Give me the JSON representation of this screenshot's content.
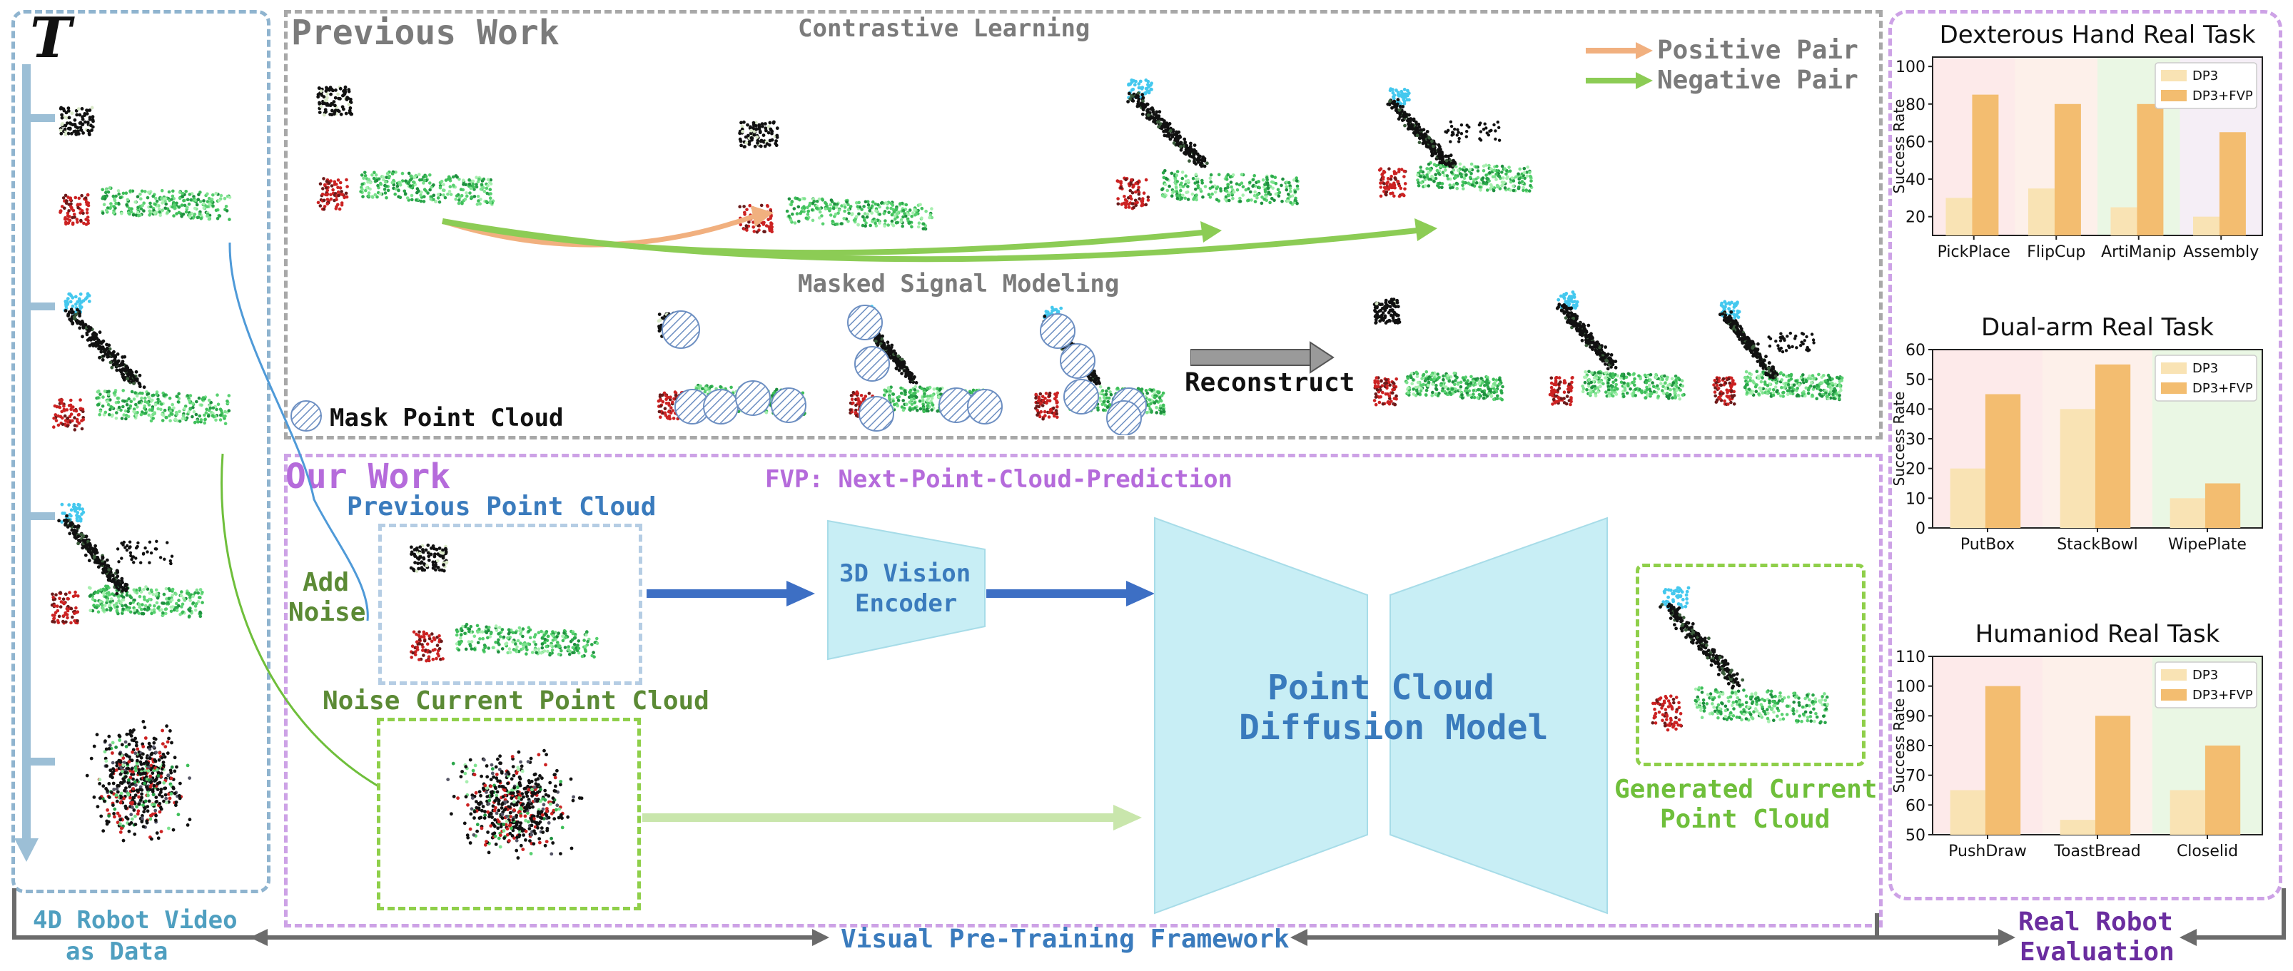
{
  "colors": {
    "gray_dash": "#a8a8a8",
    "blue_dash": "#8fb4cf",
    "purple_dash": "#cda2e6",
    "green_dash": "#8fcf4a",
    "timeline": "#9cbfd6",
    "title_gray": "#7b7b7b",
    "title_purple": "#b56bdb",
    "text_blue": "#3a7bbd",
    "text_green": "#5b8a35",
    "text_purple": "#6a2d9f",
    "bar_dp3": "#f9e3b4",
    "bar_fvp": "#f3bd70",
    "arrow_orange": "#f1b07f",
    "arrow_green": "#8ccc55",
    "arrow_blue": "#3d6fc4",
    "cyan_shape": "#c8eef5"
  },
  "labels": {
    "time_axis": "T",
    "previous_work": "Previous Work",
    "contrastive_learning": "Contrastive Learning",
    "positive_pair": "Positive Pair",
    "negative_pair": "Negative Pair",
    "masked_signal_modeling": "Masked Signal Modeling",
    "mask_point_cloud": "Mask Point Cloud",
    "reconstruct": "Reconstruct",
    "our_work": "Our Work",
    "fvp_subtitle": "FVP: Next-Point-Cloud-Prediction",
    "previous_point_cloud": "Previous Point Cloud",
    "add_noise_line1": "Add",
    "add_noise_line2": "Noise",
    "noise_current_point_cloud": "Noise Current Point Cloud",
    "vision_encoder_line1": "3D Vision",
    "vision_encoder_line2": "Encoder",
    "diffusion_line1": "Point Cloud",
    "diffusion_line2": "Diffusion Model",
    "generated_line1": "Generated Current",
    "generated_line2": "Point Cloud",
    "data_line1": "4D Robot Video",
    "data_line2": "as Data",
    "framework": "Visual Pre-Training Framework",
    "eval_line1": "Real Robot",
    "eval_line2": "Evaluation"
  },
  "chart_data": [
    {
      "type": "bar",
      "title": "Dexterous Hand Real Task",
      "ylabel": "Success Rate",
      "categories": [
        "PickPlace",
        "FlipCup",
        "ArtiManip",
        "Assembly"
      ],
      "ylim": [
        10,
        105
      ],
      "yticks": [
        20,
        40,
        60,
        80,
        100
      ],
      "legend": "top-right",
      "series": [
        {
          "name": "DP3",
          "values": [
            30,
            35,
            25,
            20
          ]
        },
        {
          "name": "DP3+FVP",
          "values": [
            85,
            80,
            80,
            65
          ]
        }
      ]
    },
    {
      "type": "bar",
      "title": "Dual-arm Real Task",
      "ylabel": "Success Rate",
      "categories": [
        "PutBox",
        "StackBowl",
        "WipePlate"
      ],
      "ylim": [
        0,
        60
      ],
      "yticks": [
        0,
        10,
        20,
        30,
        40,
        50,
        60
      ],
      "legend": "top-right",
      "series": [
        {
          "name": "DP3",
          "values": [
            20,
            40,
            10
          ]
        },
        {
          "name": "DP3+FVP",
          "values": [
            45,
            55,
            15
          ]
        }
      ]
    },
    {
      "type": "bar",
      "title": "Humaniod Real Task",
      "ylabel": "Success Rate",
      "categories": [
        "PushDraw",
        "ToastBread",
        "Closelid"
      ],
      "ylim": [
        50,
        110
      ],
      "yticks": [
        50,
        60,
        70,
        80,
        90,
        100,
        110
      ],
      "legend": "top-right",
      "series": [
        {
          "name": "DP3",
          "values": [
            65,
            55,
            65
          ]
        },
        {
          "name": "DP3+FVP",
          "values": [
            100,
            90,
            80
          ]
        }
      ]
    }
  ]
}
